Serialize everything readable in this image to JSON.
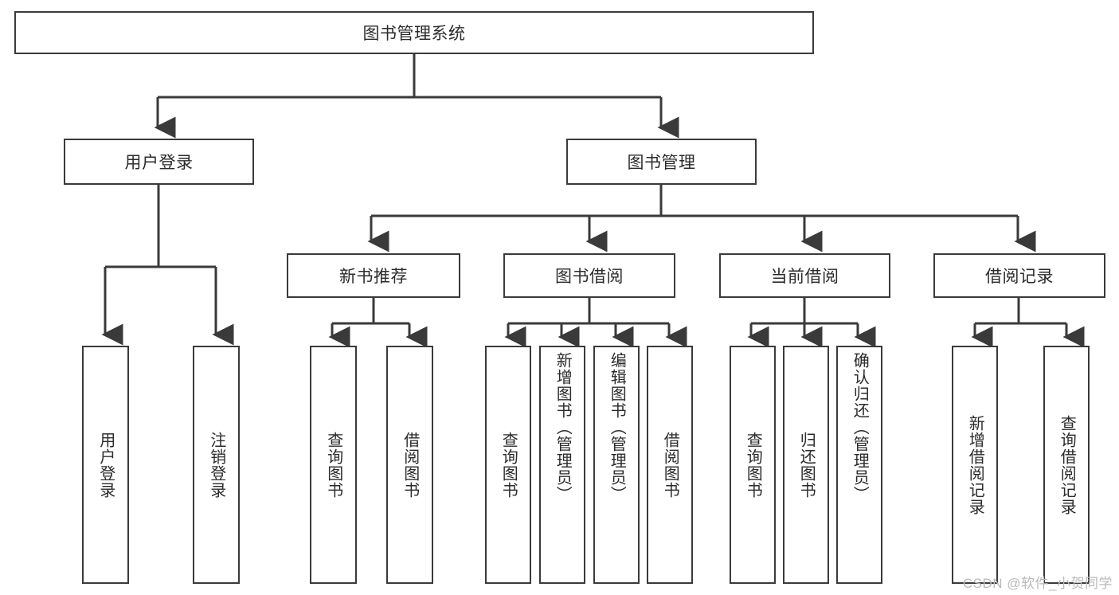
{
  "diagram": {
    "title": "图书管理系统",
    "type": "hierarchy-tree",
    "style": {
      "background": "#ffffff",
      "line_color": "#3a3a3a",
      "box_border": "#3a3a3a",
      "box_fill": "#ffffff",
      "text_color": "#2b2b2b"
    },
    "levels": {
      "root": {
        "label": "图书管理系统"
      },
      "level2": [
        {
          "label": "用户登录"
        },
        {
          "label": "图书管理"
        }
      ],
      "level3": [
        {
          "label": "新书推荐"
        },
        {
          "label": "图书借阅"
        },
        {
          "label": "当前借阅"
        },
        {
          "label": "借阅记录"
        }
      ],
      "leaves_user_login": [
        {
          "label": "用户登录"
        },
        {
          "label": "注销登录"
        }
      ],
      "leaves_new_book": [
        {
          "label": "查询图书"
        },
        {
          "label": "借阅图书"
        }
      ],
      "leaves_borrow": [
        {
          "label": "查询图书"
        },
        {
          "label": "新增图书（管理员）"
        },
        {
          "label": "编辑图书（管理员）"
        },
        {
          "label": "借阅图书"
        }
      ],
      "leaves_current": [
        {
          "label": "查询图书"
        },
        {
          "label": "归还图书"
        },
        {
          "label": "确认归还（管理员）"
        }
      ],
      "leaves_records": [
        {
          "label": "新增借阅记录"
        },
        {
          "label": "查询借阅记录"
        }
      ]
    }
  },
  "watermark": {
    "text": "CSDN @软件_小贺同学"
  }
}
